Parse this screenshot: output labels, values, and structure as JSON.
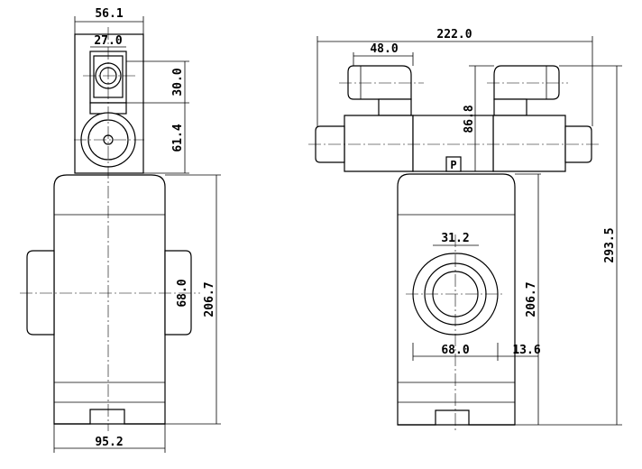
{
  "left_view": {
    "dims": {
      "top_width": "56.1",
      "fitting_width": "27.0",
      "fitting_height": "30.0",
      "coil_height": "61.4",
      "inner_height": "68.0",
      "body_height": "206.7",
      "base_width": "95.2"
    }
  },
  "right_view": {
    "dims": {
      "overall_width": "222.0",
      "connector_width": "48.0",
      "coil_height": "86.8",
      "port_diameter": "31.2",
      "body_height": "206.7",
      "overall_height": "293.5",
      "port_spacing": "68.0",
      "port_offset": "13.6"
    },
    "port_label": "P"
  }
}
